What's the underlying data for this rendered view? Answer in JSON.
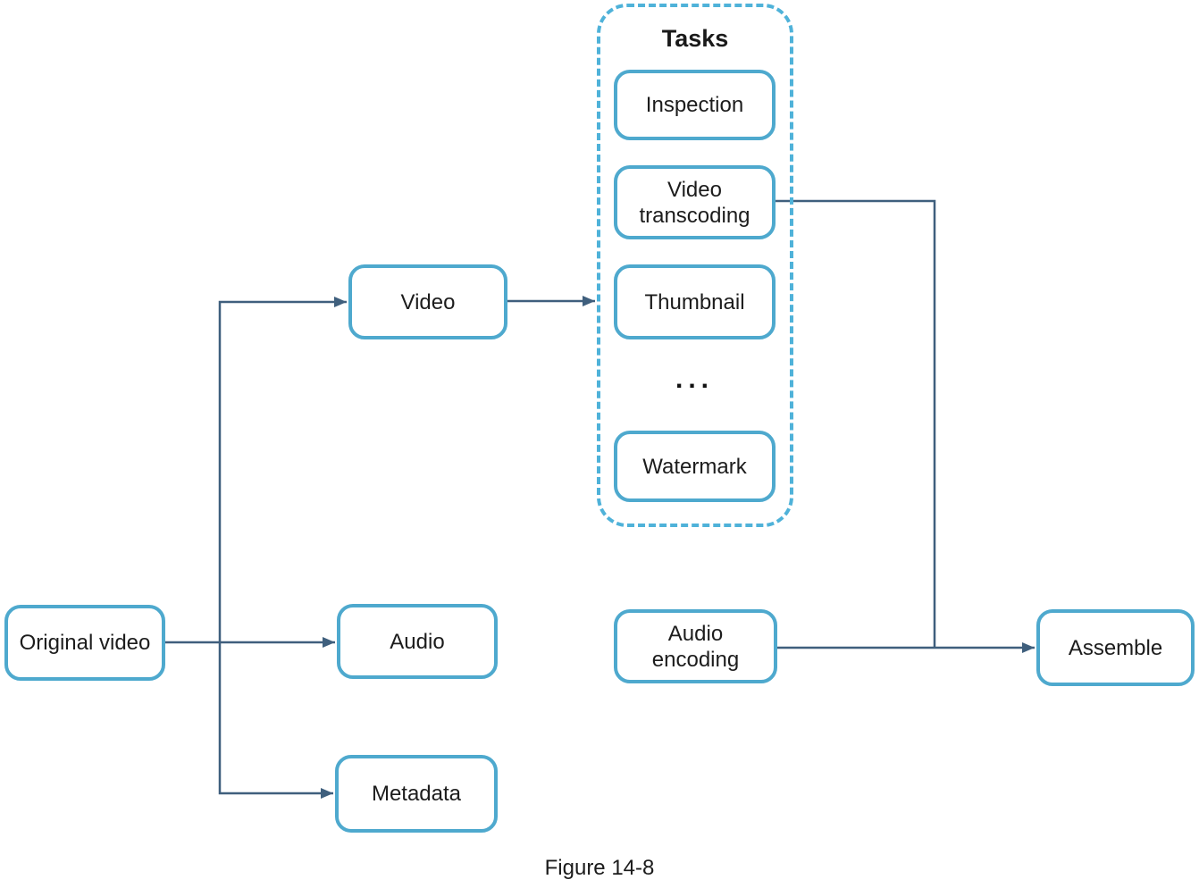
{
  "figure": {
    "caption": "Figure 14-8"
  },
  "diagram": {
    "groups": {
      "tasks": {
        "title": "Tasks"
      }
    },
    "nodes": {
      "original_video": {
        "label": "Original video"
      },
      "video": {
        "label": "Video"
      },
      "audio": {
        "label": "Audio"
      },
      "metadata": {
        "label": "Metadata"
      },
      "inspection": {
        "label": "Inspection"
      },
      "video_transcoding": {
        "label": "Video transcoding"
      },
      "thumbnail": {
        "label": "Thumbnail"
      },
      "ellipsis": {
        "label": "..."
      },
      "watermark": {
        "label": "Watermark"
      },
      "audio_encoding": {
        "label": "Audio encoding"
      },
      "assemble": {
        "label": "Assemble"
      }
    },
    "edges": [
      {
        "from": "original_video",
        "to": "audio"
      },
      {
        "from": "original_video",
        "to": "video"
      },
      {
        "from": "original_video",
        "to": "metadata"
      },
      {
        "from": "video",
        "to": "tasks"
      },
      {
        "from": "video_transcoding",
        "to": "assemble"
      },
      {
        "from": "audio_encoding",
        "to": "assemble"
      }
    ],
    "colors": {
      "node_border": "#4ea9ce",
      "group_border": "#4fb2d9",
      "connector": "#3f5f7d",
      "text": "#1c1c1c",
      "background": "#ffffff"
    }
  }
}
